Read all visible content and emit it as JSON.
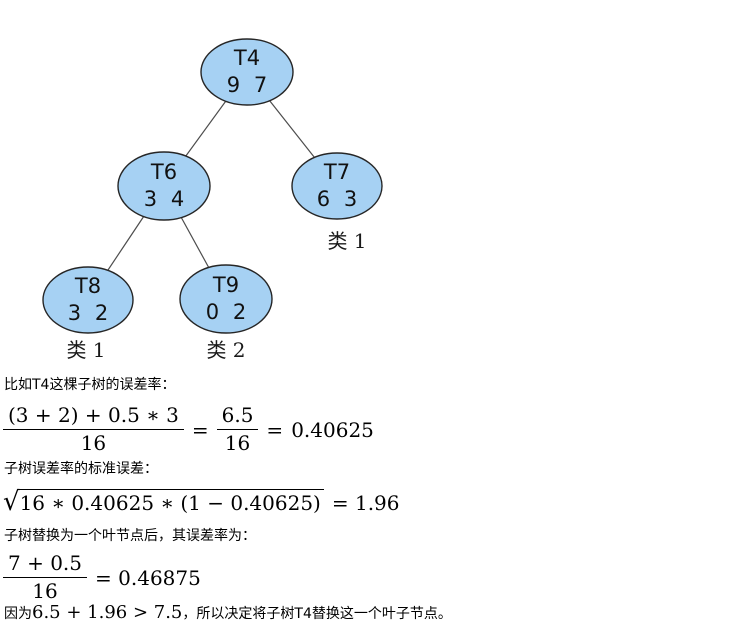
{
  "tree": {
    "node_fill": "#A6D1F3",
    "node_border": "#262626",
    "edge_color": "#4d4d4d",
    "nodes": [
      {
        "id": "T4",
        "label": "T4",
        "counts": "9 7"
      },
      {
        "id": "T6",
        "label": "T6",
        "counts": "3 4"
      },
      {
        "id": "T7",
        "label": "T7",
        "counts": "6 3",
        "class_label": "类 1"
      },
      {
        "id": "T8",
        "label": "T8",
        "counts": "3 2",
        "class_label": "类 1"
      },
      {
        "id": "T9",
        "label": "T9",
        "counts": "0 2",
        "class_label": "类 2"
      }
    ]
  },
  "article": {
    "line1": "比如T4这棵子树的误差率：",
    "formula1": {
      "numerator": "(3 + 2) + 0.5 ∗ 3",
      "denominator": "16",
      "equals1": "=",
      "numerator2": "6.5",
      "denominator2": "16",
      "equals2": "=",
      "result": "0.40625"
    },
    "line2": "子树误差率的标准误差：",
    "formula2": {
      "radical": "√",
      "radicand": "16 ∗ 0.40625 ∗ (1 − 0.40625)",
      "rhs": "= 1.96"
    },
    "line3": "子树替换为一个叶节点后，其误差率为：",
    "formula3": {
      "numerator": "7 + 0.5",
      "denominator": "16",
      "rhs": "= 0.46875"
    },
    "line4_prefix": "因为",
    "line4_math": "6.5 + 1.96 > 7.5",
    "line4_suffix": "，所以决定将子树T4替换这一个叶子节点。"
  }
}
